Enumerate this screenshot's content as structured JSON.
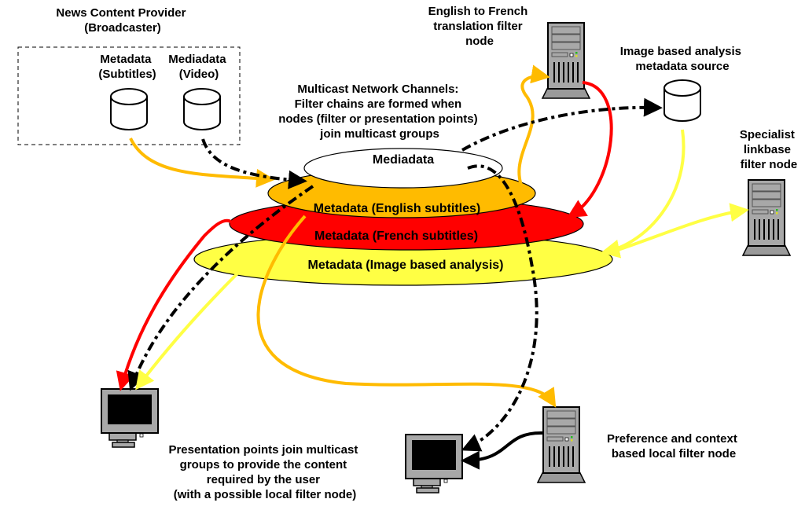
{
  "colors": {
    "orange": "#FFBB00",
    "red": "#FF0000",
    "yellow": "#FFFF44",
    "black": "#000000",
    "server_gray": "#A8A8A8",
    "monitor_gray": "#A8A8A8"
  },
  "provider": {
    "title": [
      "News Content Provider",
      "(Broadcaster)"
    ],
    "metadata_label": [
      "Metadata",
      "(Subtitles)"
    ],
    "mediadata_label": [
      "Mediadata",
      "(Video)"
    ]
  },
  "network": {
    "caption": [
      "Multicast Network Channels:",
      "Filter chains are formed when",
      "nodes (filter or presentation  points)",
      "join multicast groups"
    ],
    "layers": [
      {
        "name": "mediadata",
        "label": "Mediadata",
        "color": "#FFFFFF"
      },
      {
        "name": "english",
        "label": "Metadata (English subtitles)",
        "color": "#FFBB00"
      },
      {
        "name": "french",
        "label": "Metadata (French subtitles)",
        "color": "#FF0000"
      },
      {
        "name": "image",
        "label": "Metadata (Image based analysis)",
        "color": "#FFFF44"
      }
    ]
  },
  "nodes": {
    "translation": [
      "English to French",
      "translation filter",
      "node"
    ],
    "image_source": [
      "Image based analysis",
      "metadata source"
    ],
    "linkbase": [
      "Specialist",
      "linkbase",
      "filter node"
    ],
    "local_filter": [
      "Preference and context",
      "based local filter node"
    ],
    "presentation": [
      "Presentation points join multicast",
      "groups to provide the content",
      "required by the user",
      "(with a possible local filter node)"
    ]
  }
}
